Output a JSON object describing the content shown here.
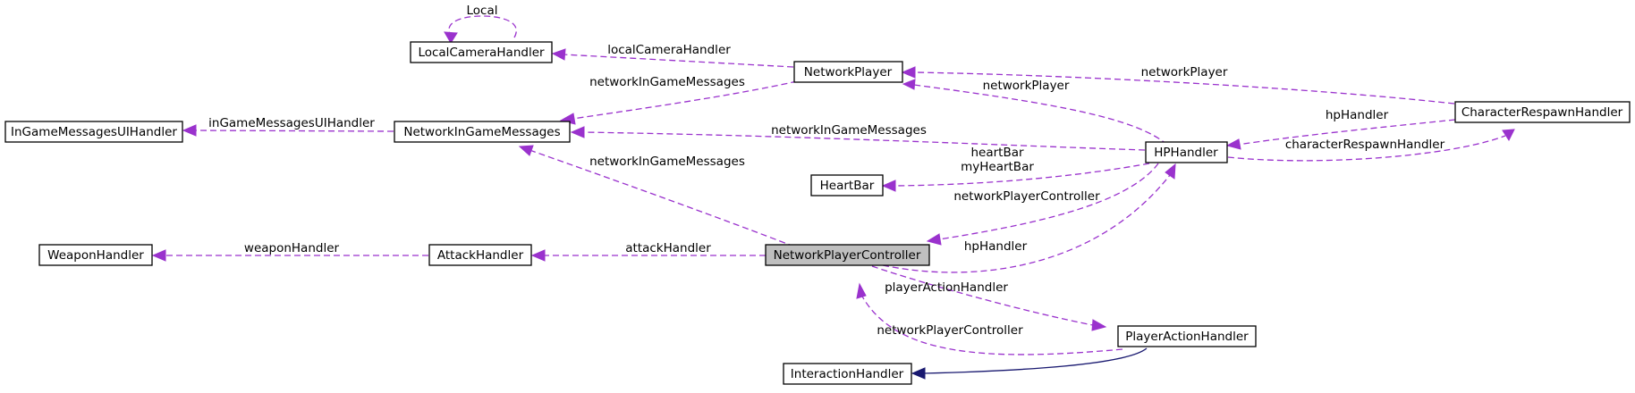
{
  "diagram": {
    "nodes": {
      "local_camera_handler": "LocalCameraHandler",
      "network_player": "NetworkPlayer",
      "in_game_messages_ui_handler": "InGameMessagesUIHandler",
      "network_in_game_messages": "NetworkInGameMessages",
      "character_respawn_handler": "CharacterRespawnHandler",
      "hp_handler": "HPHandler",
      "heart_bar": "HeartBar",
      "weapon_handler": "WeaponHandler",
      "attack_handler": "AttackHandler",
      "network_player_controller": "NetworkPlayerController",
      "player_action_handler": "PlayerActionHandler",
      "interaction_handler": "InteractionHandler"
    },
    "edge_labels": {
      "local_self": "Local",
      "np_to_lch": "localCameraHandler",
      "np_to_nigm": "networkInGameMessages",
      "nigm_to_ui": "inGameMessagesUIHandler",
      "crh_to_np": "networkPlayer",
      "hp_to_np": "networkPlayer",
      "crh_to_hp": "hpHandler",
      "hp_to_nigm": "networkInGameMessages",
      "hp_to_crh": "characterRespawnHandler",
      "hp_to_heartbar_1": "heartBar",
      "hp_to_heartbar_2": "myHeartBar",
      "npc_to_nigm": "networkInGameMessages",
      "hp_to_npc": "networkPlayerController",
      "npc_to_hp": "hpHandler",
      "ah_to_wh": "weaponHandler",
      "npc_to_ah": "attackHandler",
      "npc_to_pah": "playerActionHandler",
      "pah_to_npc": "networkPlayerController"
    }
  }
}
